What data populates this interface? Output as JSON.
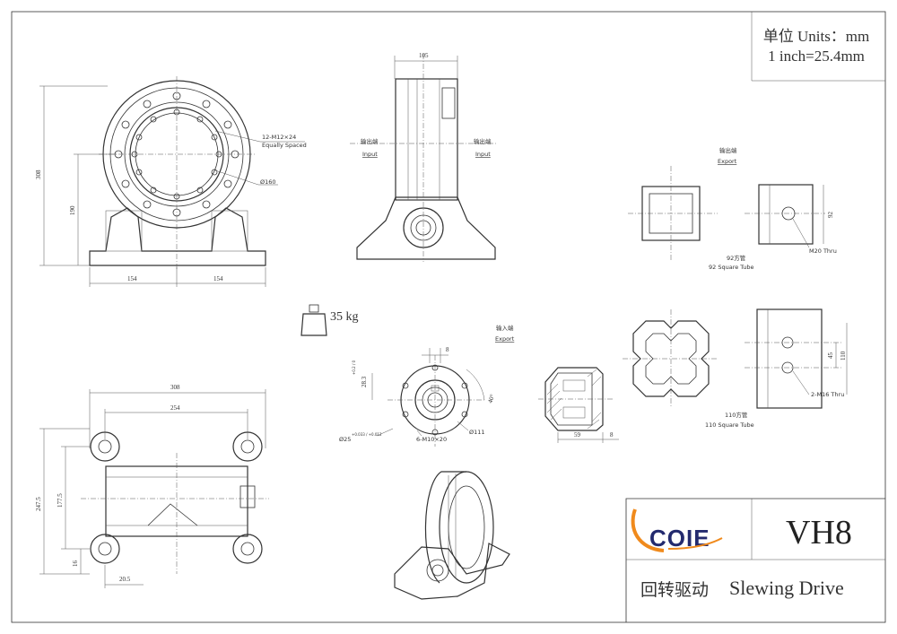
{
  "units": {
    "line1": "单位 Units：mm",
    "line2": "1 inch=25.4mm"
  },
  "title_block": {
    "brand": "COIE",
    "model": "VH8",
    "name_cn": "回转驱动",
    "name_en": "Slewing Drive"
  },
  "weight": "35 kg",
  "front_view": {
    "height_total": "308",
    "height_center": "190",
    "half_width_left": "154",
    "half_width_right": "154",
    "bolt_note_1": "12-M12×24",
    "bolt_note_2": "Equally Spaced",
    "pitch_dia": "Ø160"
  },
  "side_view": {
    "width": "105",
    "output_cn": "输出端",
    "output_en": "Input",
    "input_cn": "输出端",
    "input_en": "Input"
  },
  "output_end": {
    "label_cn": "输出端",
    "label_en": "Export",
    "square_tube_cn": "92方管",
    "square_tube_en": "92 Square Tube",
    "dim_92": "92",
    "thru_note": "M20 Thru"
  },
  "tube_110": {
    "square_tube_cn": "110方管",
    "square_tube_en": "110 Square Tube",
    "dim_45": "45",
    "dim_110": "110",
    "thru_note": "2-M16 Thru"
  },
  "input_end": {
    "label_cn": "输入端",
    "label_en": "Export",
    "dim_8": "8",
    "dim_28": "28.3",
    "dim_28_tol": "+0.2 / 0",
    "angle": "40°",
    "shaft_dia": "Ø25",
    "shaft_tol": "+0.033 / +0.012",
    "bolt_note": "6-M10×20",
    "pcd": "Ø111"
  },
  "section_view": {
    "dim_59": "59",
    "dim_8": "8"
  },
  "top_view": {
    "width_total": "308",
    "width_holes": "254",
    "depth_total": "247.5",
    "depth_holes": "177.5",
    "dim_16": "16",
    "dim_20": "20.5"
  },
  "colors": {
    "brand_blue": "#232a6e",
    "swoosh_orange": "#f08a1c",
    "line": "#333333"
  }
}
